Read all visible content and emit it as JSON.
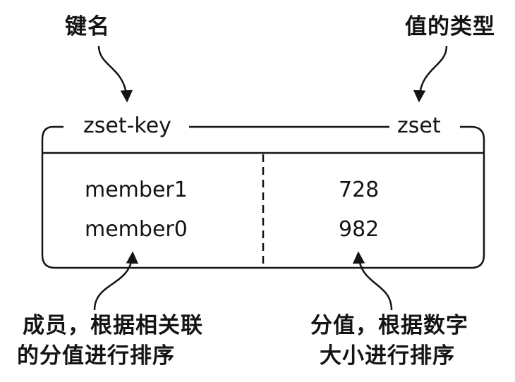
{
  "annotations": {
    "key_name": "键名",
    "value_type": "值的类型",
    "member_note_line1": "成员，根据相关联",
    "member_note_line2": "的分值进行排序",
    "score_note_line1": "分值，根据数字",
    "score_note_line2": "大小进行排序"
  },
  "box": {
    "key": "zset-key",
    "type": "zset",
    "rows": [
      {
        "member": "member1",
        "score": "728"
      },
      {
        "member": "member0",
        "score": "982"
      }
    ]
  }
}
